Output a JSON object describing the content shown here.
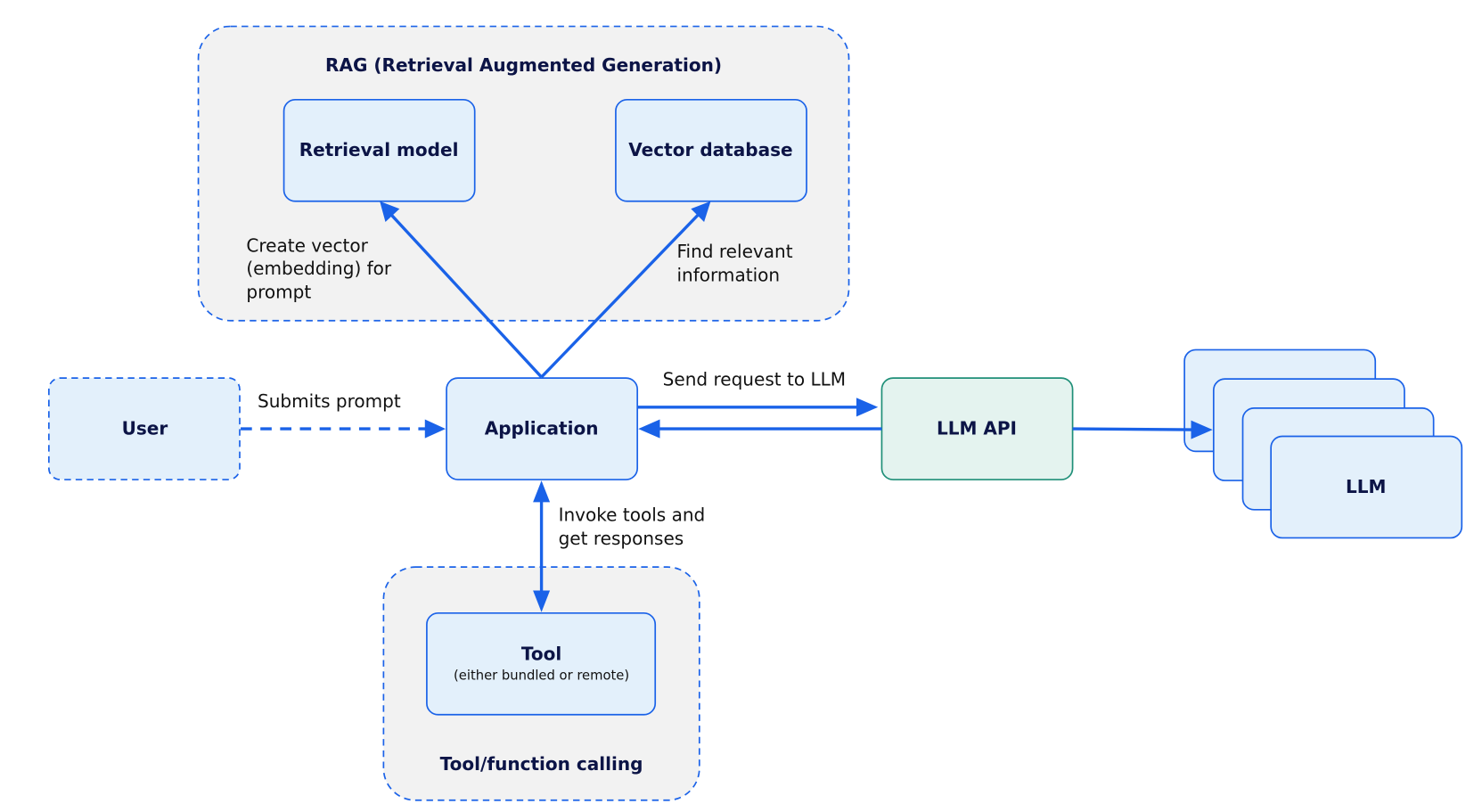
{
  "groups": {
    "rag": {
      "title": "RAG (Retrieval Augmented Generation)"
    },
    "tool": {
      "title": "Tool/function calling"
    }
  },
  "nodes": {
    "retrieval_model": {
      "label": "Retrieval model"
    },
    "vector_database": {
      "label": "Vector database"
    },
    "user": {
      "label": "User"
    },
    "application": {
      "label": "Application"
    },
    "llm_api": {
      "label": "LLM API"
    },
    "llm": {
      "label": "LLM"
    },
    "tool": {
      "label": "Tool",
      "sublabel": "(either bundled or remote)"
    }
  },
  "edges": {
    "create_vector": {
      "lines": [
        "Create vector",
        "(embedding) for",
        "prompt"
      ]
    },
    "find_relevant": {
      "lines": [
        "Find relevant",
        "information"
      ]
    },
    "submits_prompt": {
      "label": "Submits prompt"
    },
    "send_request": {
      "label": "Send request to LLM"
    },
    "invoke_tools": {
      "lines": [
        "Invoke tools and",
        "get responses"
      ]
    }
  },
  "colors": {
    "accent": "#1a62e8",
    "node_fill": "#e3f0fb",
    "group_fill": "#f2f2f2",
    "api_fill": "#e4f3ef",
    "api_stroke": "#1f8f78",
    "text_dark": "#0c1446"
  }
}
